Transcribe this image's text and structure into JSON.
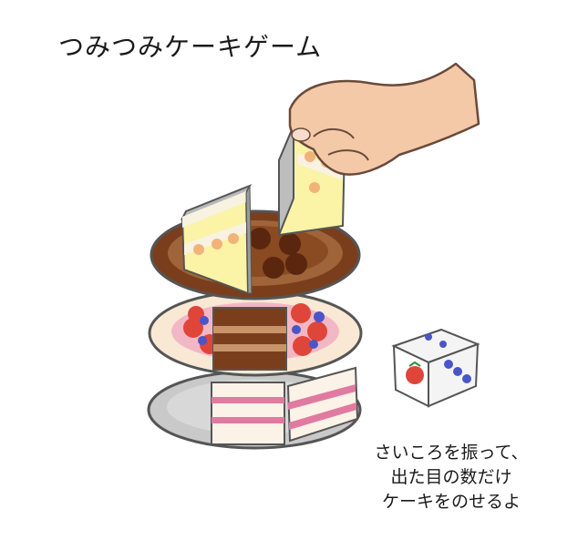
{
  "title": "つみつみケーキゲーム",
  "caption": {
    "line1": "さいころを振って、",
    "line2": "出た目の数だけ",
    "line3": "ケーキをのせるよ"
  },
  "colors": {
    "skin": "#f4c9a8",
    "chocolate": "#7a3e1c",
    "strawberry": "#e0453a",
    "sponge": "#fbf3a6",
    "cream_pink": "#e07aa0",
    "plate_gray": "#c9c9c9",
    "blueberry": "#4a55c8"
  },
  "dice": {
    "visible_faces": [
      "strawberry-face",
      "three-dots-face",
      "two-dots-face"
    ]
  }
}
